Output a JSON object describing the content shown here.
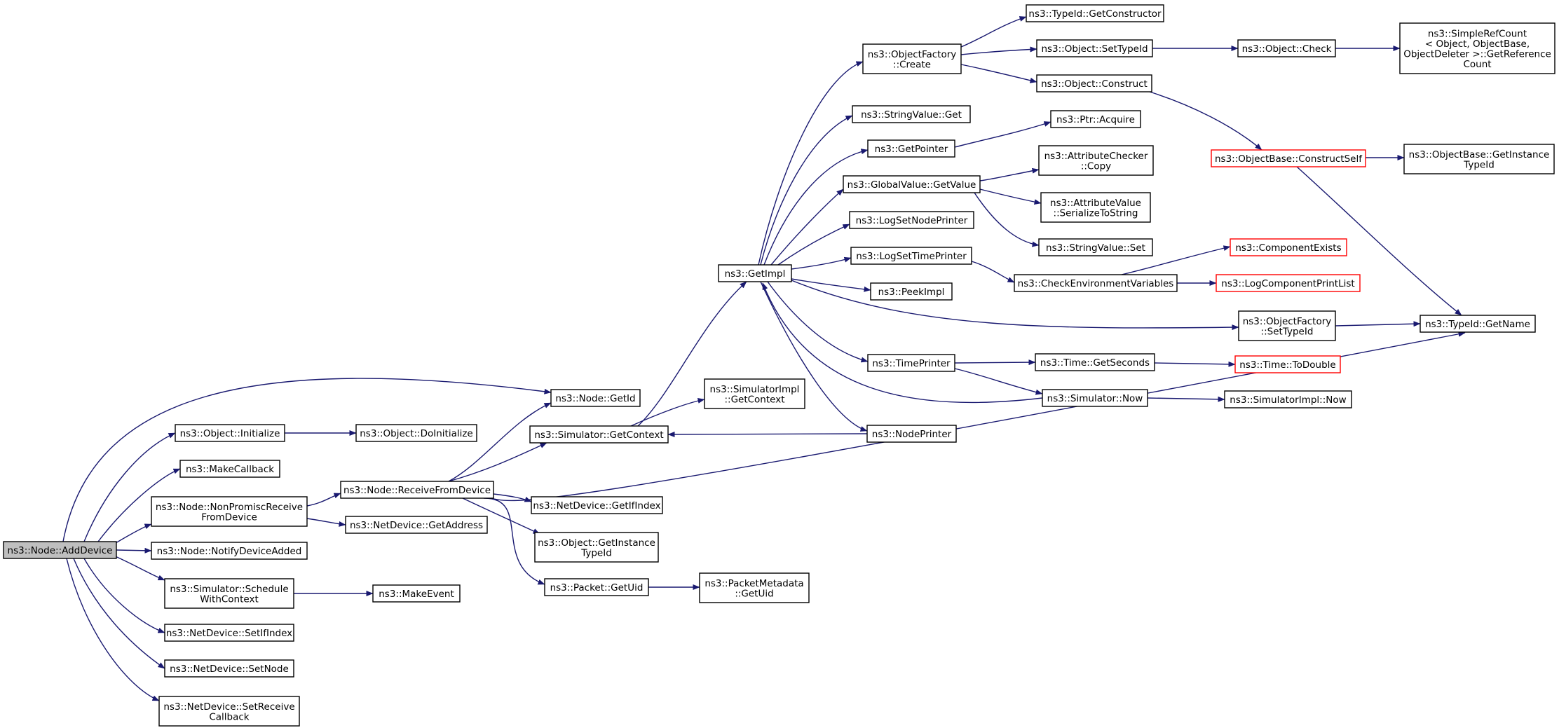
{
  "colors": {
    "edge": "#191970",
    "root_fill": "#bfbfbf",
    "truncated_border": "#ff0000",
    "node_border": "#000000"
  },
  "nodes": {
    "adddevice": {
      "lines": [
        "ns3::Node::AddDevice"
      ],
      "root": true
    },
    "getid": {
      "lines": [
        "ns3::Node::GetId"
      ]
    },
    "objinit": {
      "lines": [
        "ns3::Object::Initialize"
      ]
    },
    "doinit": {
      "lines": [
        "ns3::Object::DoInitialize"
      ]
    },
    "makecallback": {
      "lines": [
        "ns3::MakeCallback"
      ]
    },
    "nonpromisc": {
      "lines": [
        "ns3::Node::NonPromiscReceive",
        "FromDevice"
      ]
    },
    "notifyadded": {
      "lines": [
        "ns3::Node::NotifyDeviceAdded"
      ]
    },
    "schedwctx": {
      "lines": [
        "ns3::Simulator::Schedule",
        "WithContext"
      ]
    },
    "makeevent": {
      "lines": [
        "ns3::MakeEvent"
      ]
    },
    "setifindex": {
      "lines": [
        "ns3::NetDevice::SetIfIndex"
      ]
    },
    "setnode": {
      "lines": [
        "ns3::NetDevice::SetNode"
      ]
    },
    "setrecvcb": {
      "lines": [
        "ns3::NetDevice::SetReceive",
        "Callback"
      ]
    },
    "recvfromdev": {
      "lines": [
        "ns3::Node::ReceiveFromDevice"
      ]
    },
    "getaddress": {
      "lines": [
        "ns3::NetDevice::GetAddress"
      ]
    },
    "simgetctx": {
      "lines": [
        "ns3::Simulator::GetContext"
      ]
    },
    "simimplgetctx": {
      "lines": [
        "ns3::SimulatorImpl",
        "::GetContext"
      ]
    },
    "getifindex": {
      "lines": [
        "ns3::NetDevice::GetIfIndex"
      ]
    },
    "getinsttypeid": {
      "lines": [
        "ns3::Object::GetInstance",
        "TypeId"
      ]
    },
    "pktgetuid": {
      "lines": [
        "ns3::Packet::GetUid"
      ]
    },
    "pmdgetuid": {
      "lines": [
        "ns3::PacketMetadata",
        "::GetUid"
      ]
    },
    "getimpl": {
      "lines": [
        "ns3::GetImpl"
      ]
    },
    "objfactcreate": {
      "lines": [
        "ns3::ObjectFactory",
        "::Create"
      ]
    },
    "strvalget": {
      "lines": [
        "ns3::StringValue::Get"
      ]
    },
    "getpointer": {
      "lines": [
        "ns3::GetPointer"
      ]
    },
    "gvgetvalue": {
      "lines": [
        "ns3::GlobalValue::GetValue"
      ]
    },
    "lognodeprinter": {
      "lines": [
        "ns3::LogSetNodePrinter"
      ]
    },
    "logtimeprinter": {
      "lines": [
        "ns3::LogSetTimePrinter"
      ]
    },
    "peekimpl": {
      "lines": [
        "ns3::PeekImpl"
      ]
    },
    "timeprinter": {
      "lines": [
        "ns3::TimePrinter"
      ]
    },
    "nodeprinter": {
      "lines": [
        "ns3::NodePrinter"
      ]
    },
    "getconstructor": {
      "lines": [
        "ns3::TypeId::GetConstructor"
      ]
    },
    "objsettypeid": {
      "lines": [
        "ns3::Object::SetTypeId"
      ]
    },
    "objconstruct": {
      "lines": [
        "ns3::Object::Construct"
      ]
    },
    "ptracquire": {
      "lines": [
        "ns3::Ptr::Acquire"
      ]
    },
    "acccopy": {
      "lines": [
        "ns3::AttributeChecker",
        "::Copy"
      ]
    },
    "avserialize": {
      "lines": [
        "ns3::AttributeValue",
        "::SerializeToString"
      ]
    },
    "strvalset": {
      "lines": [
        "ns3::StringValue::Set"
      ]
    },
    "checkenv": {
      "lines": [
        "ns3::CheckEnvironmentVariables"
      ]
    },
    "timegetsec": {
      "lines": [
        "ns3::Time::GetSeconds"
      ]
    },
    "simnow": {
      "lines": [
        "ns3::Simulator::Now"
      ]
    },
    "objcheck": {
      "lines": [
        "ns3::Object::Check"
      ]
    },
    "simplerefcount": {
      "lines": [
        "ns3::SimpleRefCount",
        "< Object, ObjectBase,",
        " ObjectDeleter >::GetReference",
        "Count"
      ]
    },
    "constructself": {
      "lines": [
        "ns3::ObjectBase::ConstructSelf"
      ],
      "truncated": true
    },
    "obgetinsttypeid": {
      "lines": [
        "ns3::ObjectBase::GetInstance",
        "TypeId"
      ]
    },
    "compexists": {
      "lines": [
        "ns3::ComponentExists"
      ],
      "truncated": true
    },
    "logcompprintlist": {
      "lines": [
        "ns3::LogComponentPrintList"
      ],
      "truncated": true
    },
    "ofsettypeid": {
      "lines": [
        "ns3::ObjectFactory",
        "::SetTypeId"
      ]
    },
    "typeidgetname": {
      "lines": [
        "ns3::TypeId::GetName"
      ]
    },
    "timetodouble": {
      "lines": [
        "ns3::Time::ToDouble"
      ],
      "truncated": true
    },
    "simimplnow": {
      "lines": [
        "ns3::SimulatorImpl::Now"
      ]
    }
  }
}
